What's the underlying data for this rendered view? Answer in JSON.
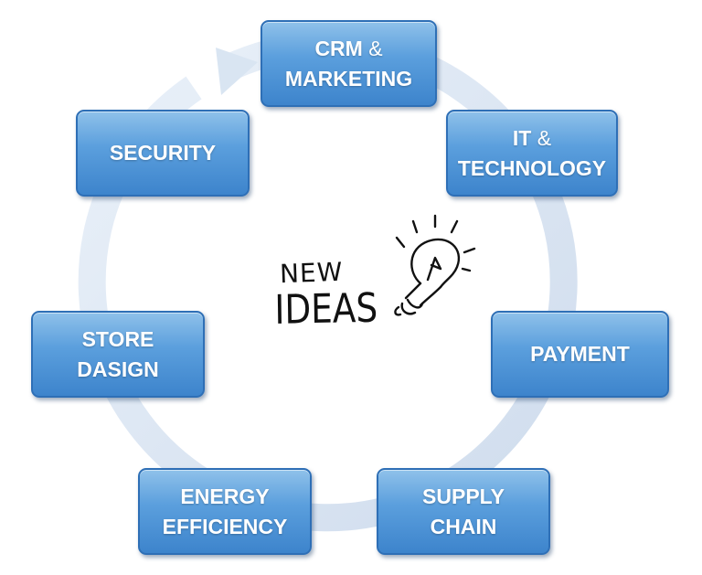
{
  "colors": {
    "node_fill_top": "#8fc1ea",
    "node_fill_bottom": "#3d84cc",
    "node_border": "#2e6fb6",
    "node_text": "#ffffff",
    "ring": "#d6e3f1",
    "center_ink": "#111111"
  },
  "center": {
    "line1": "NEW",
    "line2": "IDEAS",
    "icon": "lightbulb-icon"
  },
  "nodes": {
    "crm": {
      "line1_word": "CRM",
      "amp": "&",
      "line2": "MARKETING"
    },
    "it": {
      "line1_word": "IT",
      "amp": "&",
      "line2": "TECHNOLOGY"
    },
    "payment": {
      "line1": "PAYMENT"
    },
    "supply": {
      "line1": "SUPPLY",
      "line2": "CHAIN"
    },
    "energy": {
      "line1": "ENERGY",
      "line2": "EFFICIENCY"
    },
    "store": {
      "line1": "STORE",
      "line2": "DASIGN"
    },
    "security": {
      "line1": "SECURITY"
    }
  },
  "ring": {
    "direction": "clockwise",
    "arrow_icon": "circular-arrow-icon"
  }
}
